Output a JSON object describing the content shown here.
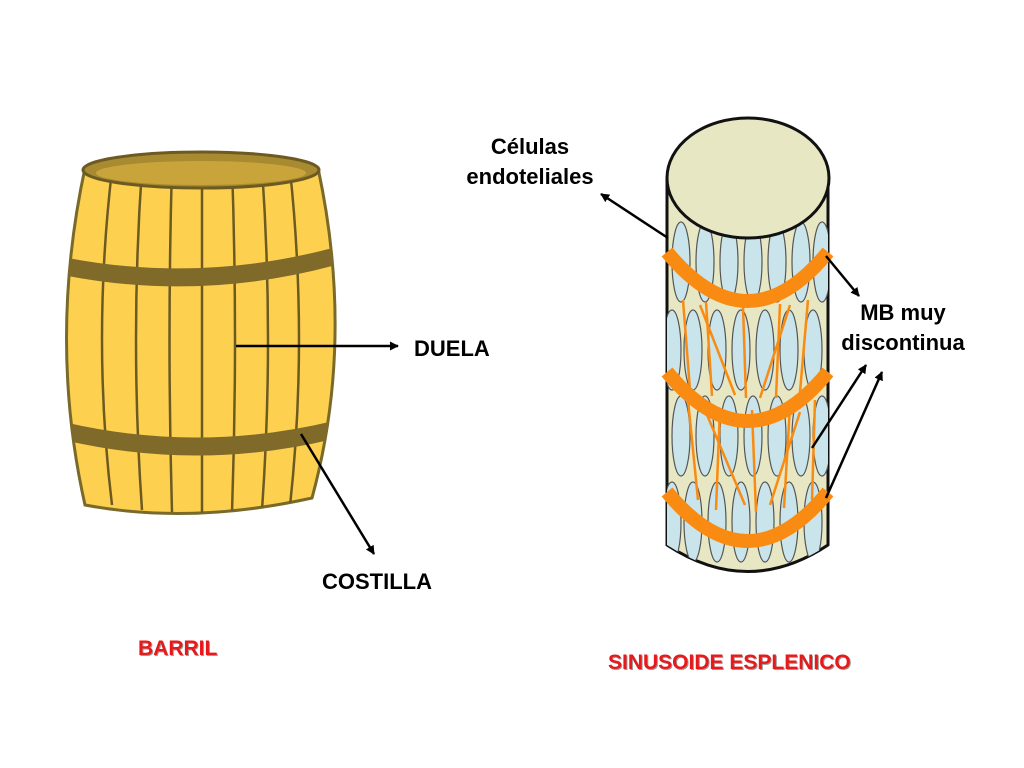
{
  "barrel": {
    "staves_label": "DUELA",
    "hoop_label": "COSTILLA",
    "title": "BARRIL"
  },
  "sinusoid": {
    "endothelial_label_line1": "Células",
    "endothelial_label_line2": "endoteliales",
    "membrane_label_line1": "MB muy",
    "membrane_label_line2": "discontinua",
    "title": "SINUSOIDE ESPLENICO"
  },
  "colors": {
    "barrel_wood": "#fdd14f",
    "barrel_hoop": "#806a2a",
    "barrel_outline": "#7a6a2a",
    "cylinder_fill": "#e8e7c4",
    "cell_fill": "#c9e4ea",
    "band_orange": "#f98b12",
    "title_red": "#e8191a"
  }
}
